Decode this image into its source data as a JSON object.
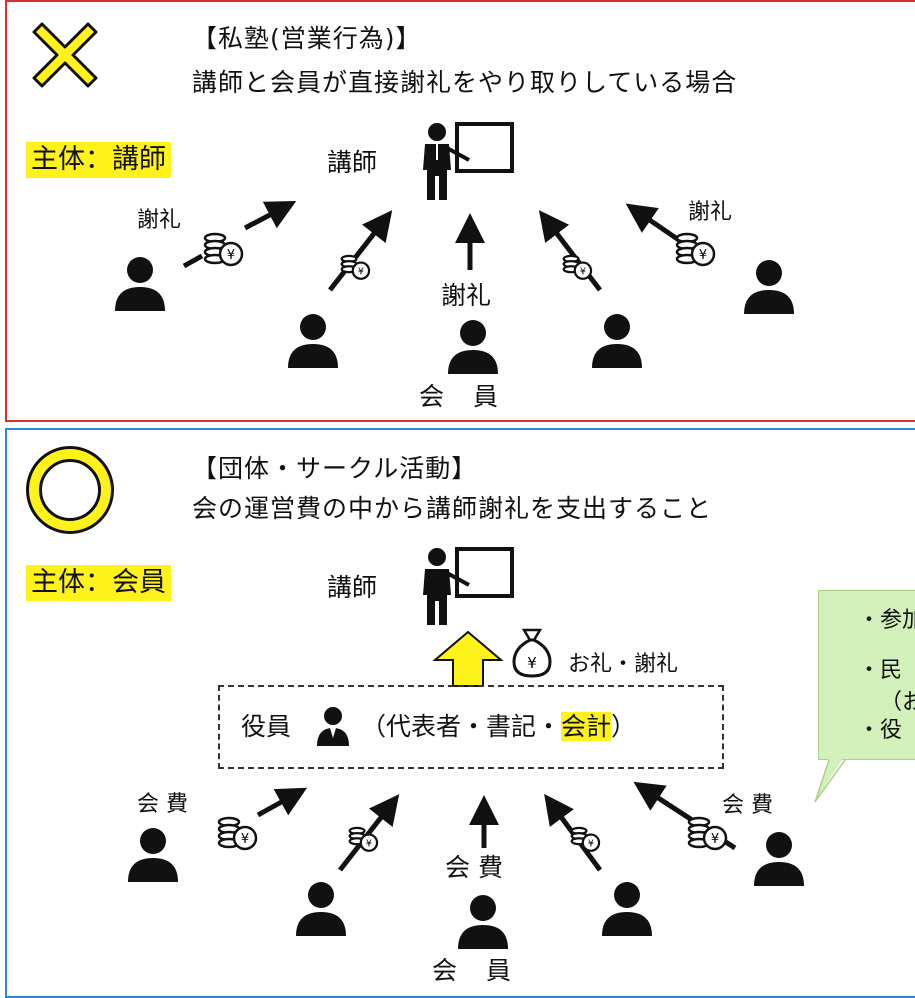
{
  "top_panel": {
    "mark": "cross-mark",
    "title": "【私塾(営業行為)】",
    "subtitle": "講師と会員が直接謝礼をやり取りしている場合",
    "subject_label": "主体：講師",
    "instructor_label": "講師",
    "fee_label_left": "謝礼",
    "fee_label_right": "謝礼",
    "fee_label_center": "謝礼",
    "members_label": "会　員"
  },
  "bottom_panel": {
    "mark": "circle-mark",
    "title": "【団体・サークル活動】",
    "subtitle": "会の運営費の中から講師謝礼を支出すること",
    "subject_label": "主体：会員",
    "instructor_label": "講師",
    "payment_label": "お礼・謝礼",
    "officers_label": "役員",
    "officers_roles_prefix": "（代表者・書記・",
    "officers_roles_highlight": "会計",
    "officers_roles_suffix": "）",
    "fee_label_left": "会 費",
    "fee_label_right": "会 費",
    "fee_label_center": "会 費",
    "members_label": "会　員",
    "callout_lines": [
      "・参加",
      "・民",
      "（お",
      "・役"
    ]
  },
  "colors": {
    "top_border": "#d9302a",
    "bottom_border": "#2e86d6",
    "highlight": "#fff21a",
    "callout_bg": "#d2f0b9"
  }
}
